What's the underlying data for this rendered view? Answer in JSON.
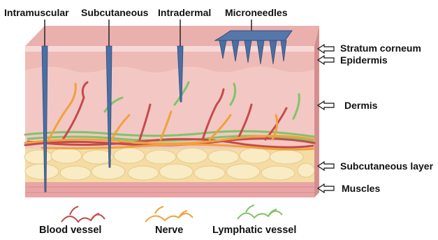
{
  "injection_routes": {
    "intramuscular": "Intramuscular",
    "subcutaneous": "Subcutaneous",
    "intradermal": "Intradermal",
    "microneedles": "Microneedles"
  },
  "skin_layers": {
    "stratum_corneum": "Stratum corneum",
    "epidermis": "Epidermis",
    "dermis": "Dermis",
    "subcutaneous_layer": "Subcutaneous layer",
    "muscles": "Muscles"
  },
  "legend": {
    "blood_vessel": "Blood vessel",
    "nerve": "Nerve",
    "lymphatic_vessel": "Lymphatic vessel"
  },
  "colors": {
    "needle": "#4a6fa5",
    "blood_vessel": "#c44b4b",
    "nerve": "#f0a23a",
    "lymphatic_vessel": "#7fc46a",
    "fat": "#f7e3b0",
    "dermis": "#f3c7c4",
    "muscle": "#e9a5a5"
  }
}
